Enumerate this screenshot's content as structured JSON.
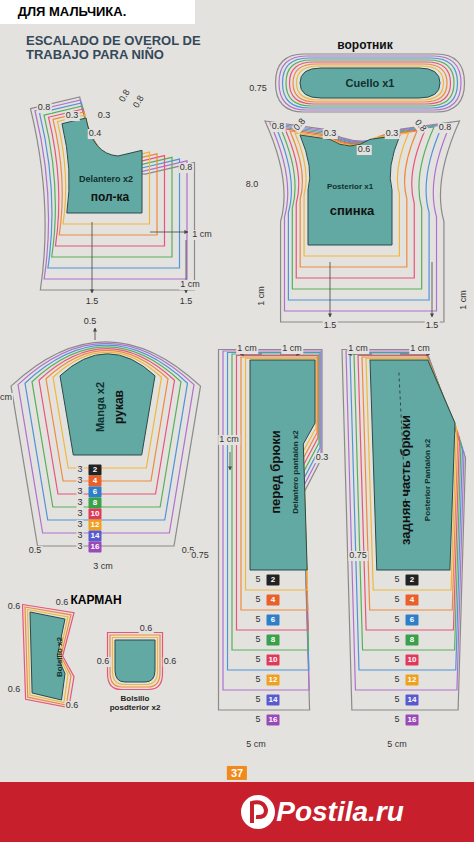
{
  "diagram": {
    "title": "ESCALADO DE OVEROL DE TRABAJO PARA NIÑO",
    "nodes": [
      {
        "text": [
          "воротник",
          "Cuello x1"
        ]
      },
      {
        "text": [
          "Delantero x2",
          "пол-ка"
        ]
      },
      {
        "text": [
          "Posterior x1",
          "спинка"
        ]
      },
      {
        "text": [
          "Manga x2",
          "рукав"
        ]
      },
      {
        "text": [
          "перед брюки",
          "Delantero pantalón x2"
        ]
      },
      {
        "text": [
          "задняя часть брюки",
          "Posterior Pantalón x2"
        ]
      },
      {
        "text": [
          "Bolsillo x2"
        ]
      },
      {
        "text": [
          "Bolsillo posdterior x2"
        ]
      }
    ],
    "labels": [
      "ДЛЯ МАЛЬЧИКА.",
      "0.75",
      "0.8",
      "0.3",
      "0.3",
      "0.8",
      "0.8",
      "0.4",
      "0.8",
      "1 cm",
      "1 cm",
      "1.5",
      "1.5",
      "0.8",
      "0.8",
      "0.3",
      "0.6",
      "0.3",
      "0.8",
      "0.8",
      "8.0",
      "1 cm",
      "1 cm",
      "1.5",
      "1.5",
      "0.5",
      "cm",
      "3",
      "2",
      "3",
      "4",
      "3",
      "6",
      "3",
      "8",
      "3",
      "10",
      "3",
      "12",
      "3",
      "14",
      "3",
      "16",
      "0.5",
      "0.5",
      "3 cm",
      "1 cm",
      "1 cm",
      "1 cm",
      "0.3",
      "0.75",
      "5",
      "2",
      "5",
      "4",
      "5",
      "6",
      "5",
      "8",
      "5",
      "10",
      "5",
      "12",
      "5",
      "14",
      "5",
      "16",
      "5 cm",
      "1 cm",
      "1 cm",
      "0.75",
      "5",
      "2",
      "5",
      "4",
      "5",
      "6",
      "5",
      "8",
      "5",
      "10",
      "5",
      "12",
      "5",
      "14",
      "5",
      "16",
      "5 cm",
      "КАРМАН",
      "0.6",
      "0.6",
      "0.6",
      "0.6",
      "0.6",
      "0.6",
      "0.6",
      "37",
      "Postila.ru"
    ]
  }
}
